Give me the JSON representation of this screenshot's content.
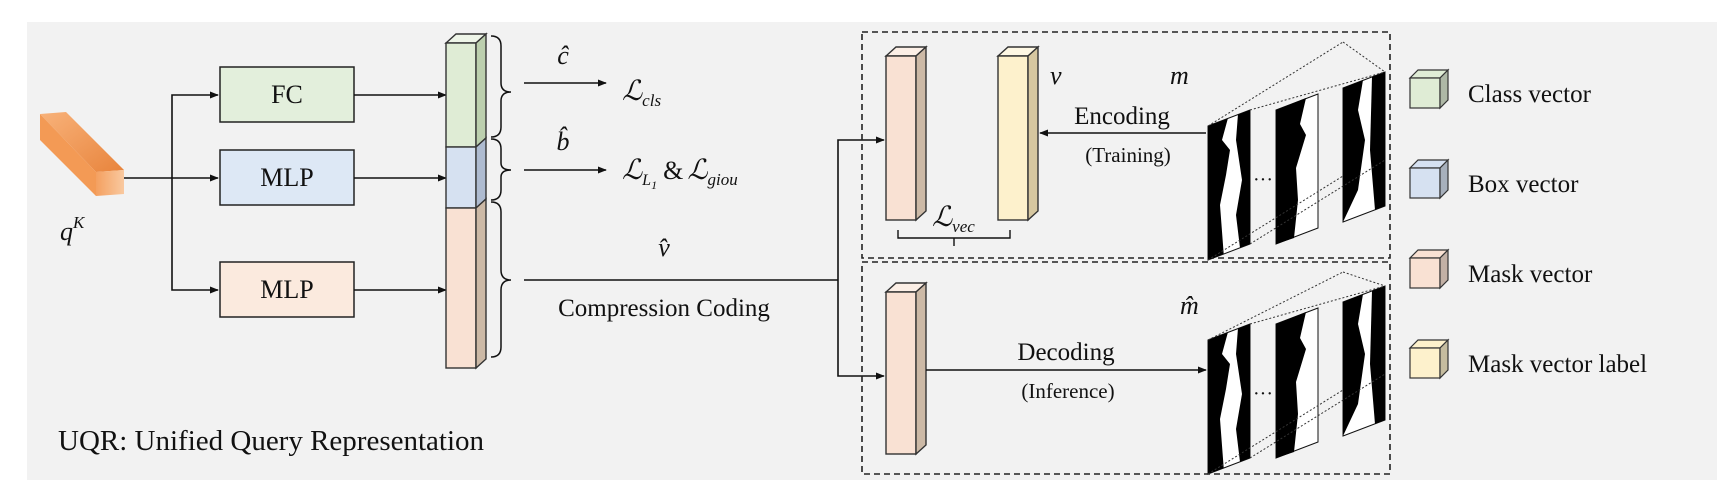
{
  "boxes": {
    "fc": "FC",
    "mlp_box": "MLP",
    "mlp_mask": "MLP"
  },
  "symbols": {
    "query_base": "q",
    "query_sup": "K",
    "c_hat": "ĉ",
    "b_hat": "b̂",
    "v_hat": "v̂",
    "v": "v",
    "m": "m",
    "m_hat": "m̂"
  },
  "losses": {
    "cls_base": "ℒ",
    "cls_sub": "cls",
    "l1_base": "ℒ",
    "l1_sub": "L",
    "l1_subsub": "1",
    "amp": "&",
    "giou_base": "ℒ",
    "giou_sub": "giou",
    "vec_base": "ℒ",
    "vec_sub": "vec"
  },
  "labels": {
    "compression": "Compression Coding",
    "encoding": "Encoding",
    "training": "(Training)",
    "decoding": "Decoding",
    "inference": "(Inference)",
    "ellipsis": "···",
    "caption": "UQR: Unified Query Representation"
  },
  "legend": [
    {
      "label": "Class vector",
      "color": "#dfecd5"
    },
    {
      "label": "Box vector",
      "color": "#d6e1f1"
    },
    {
      "label": "Mask vector",
      "color": "#f9e1d3"
    },
    {
      "label": "Mask vector label",
      "color": "#fdf1cc"
    }
  ],
  "colors": {
    "panel_bg": "#f2f2f2",
    "fc_fill": "#e3efdc",
    "mlp_box_fill": "#dde8f5",
    "mlp_mask_fill": "#fbeade",
    "query_bar": "#f4a460"
  }
}
